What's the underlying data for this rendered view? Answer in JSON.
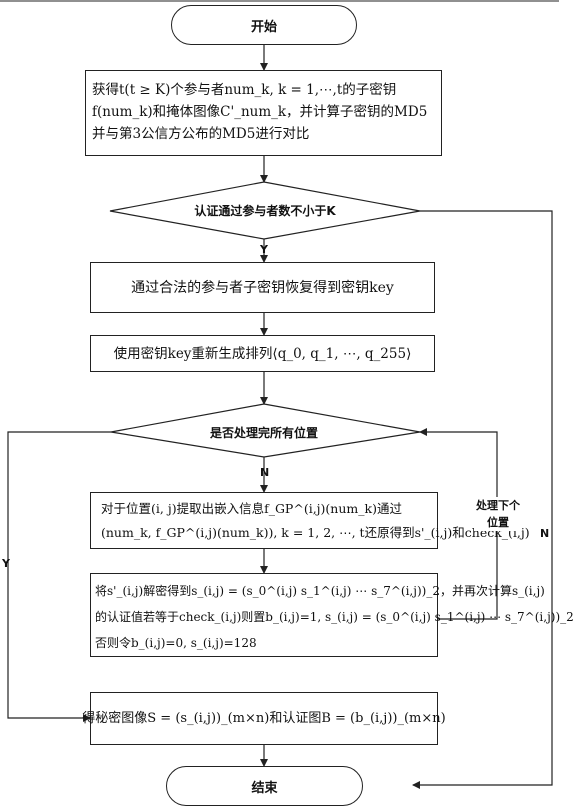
{
  "nodes": {
    "start": "开始",
    "step1": [
      "获得t(t ≥ K)个参与者num_k, k = 1,⋯,t的子密钥",
      "f(num_k)和掩体图像C'_num_k，并计算子密钥的MD5",
      "并与第3公信方公布的MD5进行对比"
    ],
    "decision1": "认证通过参与者数不小于K",
    "step2": "通过合法的参与者子密钥恢复得到密钥key",
    "step3": "使用密钥key重新生成排列⟨q_0, q_1, ⋯, q_255⟩",
    "decision2": "是否处理完所有位置",
    "step4": [
      "对于位置(i, j)提取出嵌入信息f_GP^(i,j)(num_k)通过",
      "(num_k, f_GP^(i,j)(num_k)), k = 1, 2, ⋯, t还原得到s'_(i,j)和check_(i,j)"
    ],
    "step5": [
      "将s'_(i,j)解密得到s_(i,j) = (s_0^(i,j) s_1^(i,j) ⋯ s_7^(i,j))_2，并再次计算s_(i,j)",
      "的认证值若等于check_(i,j)则置b_(i,j)=1, s_(i,j) = (s_0^(i,j) s_1^(i,j) ⋯ s_7^(i,j))_2",
      "否则令b_(i,j)=0, s_(i,j)=128"
    ],
    "step6": "得秘密图像S = (s_(i,j))_(m×n)和认证图B = (b_(i,j))_(m×n)",
    "end": "结束"
  },
  "edge_labels": {
    "d1_yes": "Y",
    "d1_no": "N",
    "d2_no": "N",
    "d2_yes": "Y",
    "loop": "处理下个位置"
  }
}
